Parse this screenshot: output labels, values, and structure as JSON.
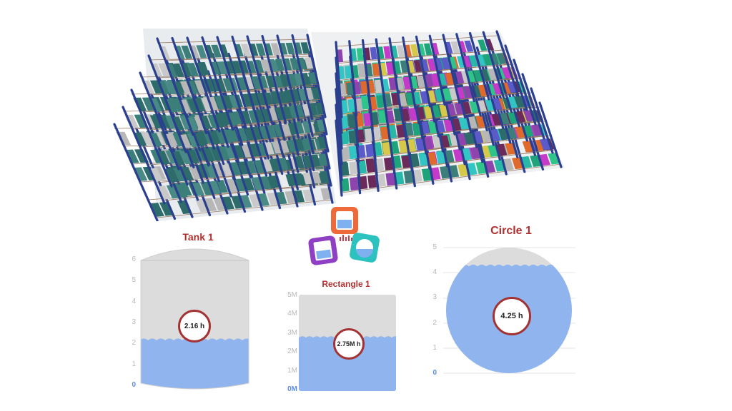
{
  "scene": {
    "name": "3d-warehouse-rack-view"
  },
  "colors": {
    "rack_upright": "#2a3f8f",
    "liquid": "#8fb4ee",
    "empty": "#dcdcdc",
    "title_red": "#b03030",
    "readout_border": "#a33232",
    "box_palette": [
      "#2e6b6b",
      "#3b7e7a",
      "#c9c9c9",
      "#b7b7b7",
      "#1fa37a",
      "#27b8a7",
      "#8e44ad",
      "#c43ac9",
      "#e06a2b",
      "#5a5ac9",
      "#33c4c4",
      "#6a2a5a",
      "#d6c94a",
      "#2fc48a"
    ]
  },
  "gauges": {
    "tank": {
      "title": "Tank 1",
      "ticks": [
        "0",
        "1",
        "2",
        "3",
        "4",
        "5",
        "6"
      ],
      "max": 6,
      "level": 2.16,
      "readout": "2.16 h"
    },
    "rectangle": {
      "title": "Rectangle 1",
      "ticks": [
        "0M",
        "1M",
        "2M",
        "3M",
        "4M",
        "5M"
      ],
      "max": 5,
      "level": 2.75,
      "readout": "2.75M h"
    },
    "circle": {
      "title": "Circle 1",
      "ticks": [
        "0",
        "1",
        "2",
        "3",
        "4",
        "5"
      ],
      "max": 5,
      "level": 4.25,
      "readout": "4.25 h"
    }
  },
  "app_icons": {
    "tank_icon": "tank-app-icon",
    "rectangle_icon": "rectangle-app-icon",
    "circle_icon": "circle-app-icon"
  }
}
